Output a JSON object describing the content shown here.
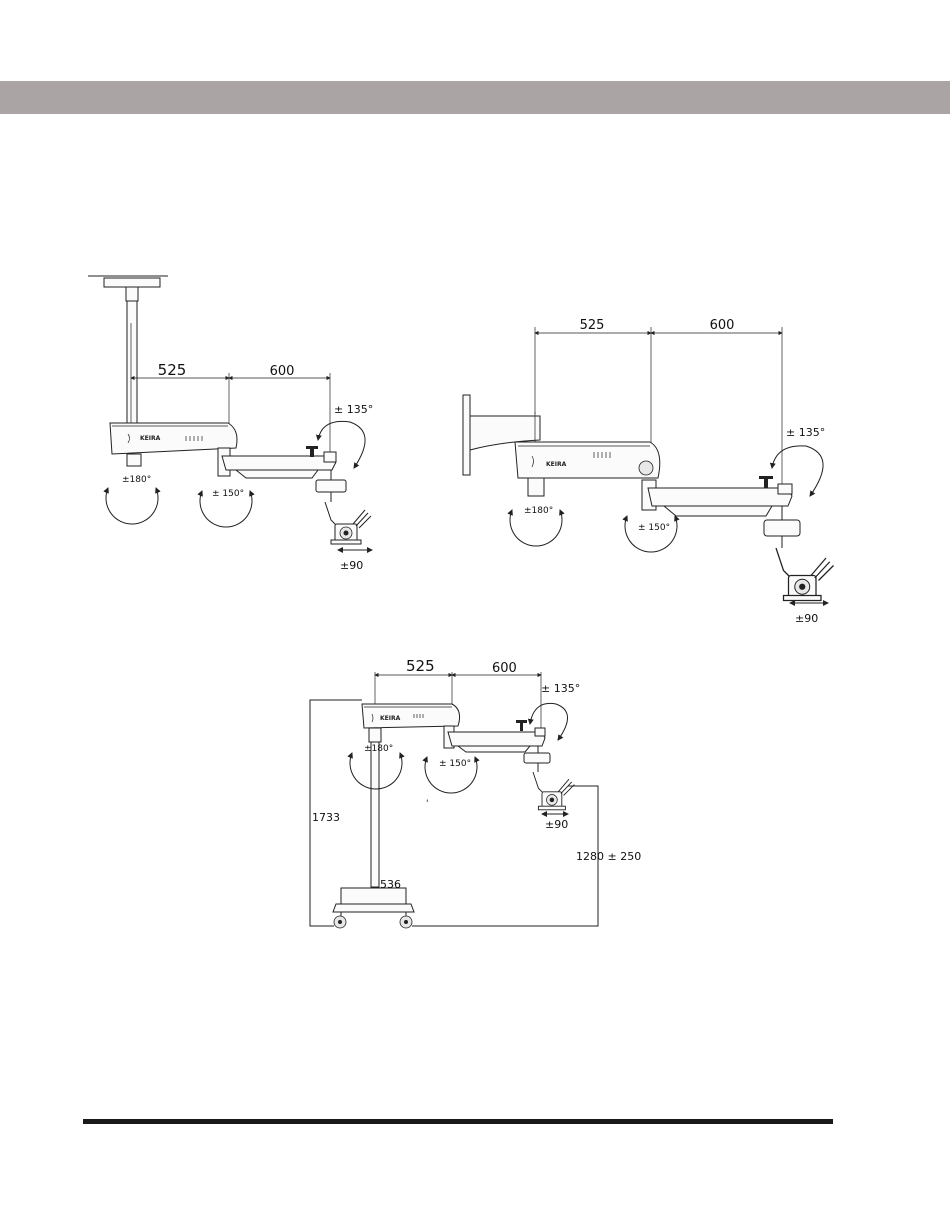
{
  "colors": {
    "header_band": "#aaa4a4",
    "bottom_rule": "#1a1a1a",
    "line": "#222222"
  },
  "ceiling_mount": {
    "dim_arm1": "525",
    "dim_arm2": "600",
    "tilt": "± 135°",
    "rot_base": "±180°",
    "rot_arm": "± 150°",
    "head": "±90",
    "logo": "KEIRA"
  },
  "wall_mount": {
    "dim_arm1": "525",
    "dim_arm2": "600",
    "tilt": "± 135°",
    "rot_base": "±180°",
    "rot_arm": "± 150°",
    "head": "±90",
    "logo": "KEIRA"
  },
  "floor_stand": {
    "dim_arm1": "525",
    "dim_arm2": "600",
    "tilt": "± 135°",
    "rot_base": "±180°",
    "rot_arm": "± 150°",
    "head": "±90",
    "height": "1733",
    "reach": "1280 ± 250",
    "base_width": "536",
    "logo": "KEIRA"
  }
}
